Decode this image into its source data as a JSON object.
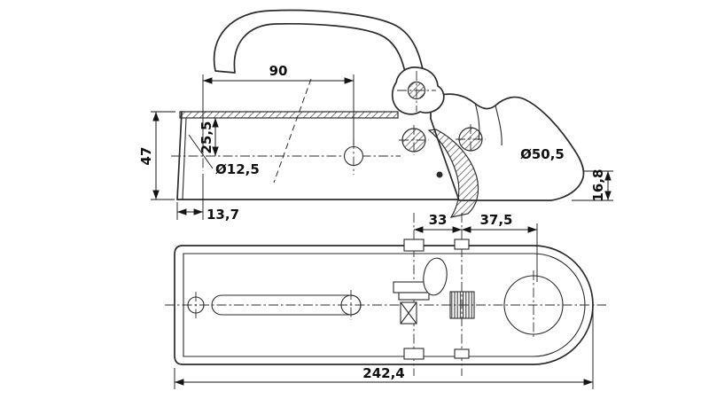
{
  "colors": {
    "line": "#2b2b2b",
    "background": "#ffffff"
  },
  "side_view": {
    "dim_90": "90",
    "dim_47": "47",
    "dim_25_5": "25,5",
    "dim_d12_5": "Ø12,5",
    "dim_13_7": "13,7",
    "dim_d50_5": "Ø50,5",
    "dim_16_8": "16,8"
  },
  "plan_view": {
    "dim_33": "33",
    "dim_37_5": "37,5",
    "dim_242_4": "242,4"
  }
}
